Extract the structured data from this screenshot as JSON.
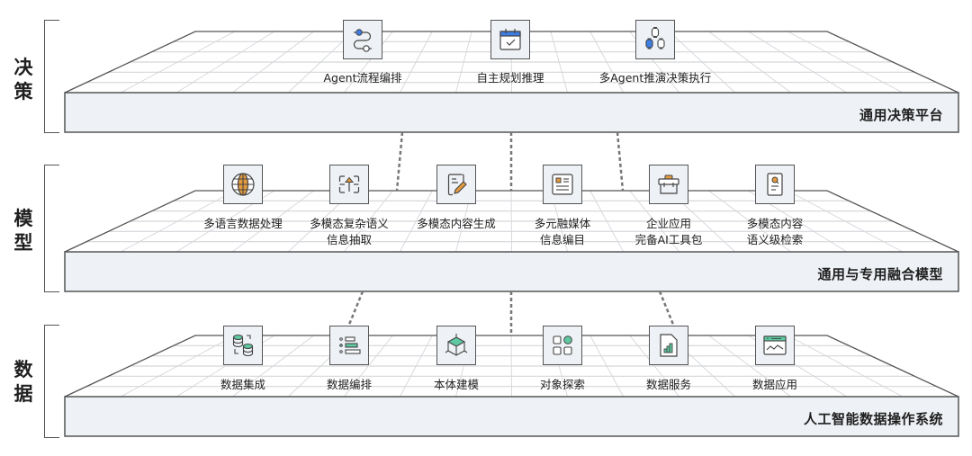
{
  "colors": {
    "face": "#eef1f5",
    "edge": "#555555",
    "grid": "#d4d6d9",
    "accent_blue": "#3d7de4",
    "accent_orange": "#e49a3e",
    "accent_green": "#5ec9a0"
  },
  "layers": [
    {
      "name": "决策",
      "platform": "通用决策平台",
      "items": [
        {
          "label": "Agent流程编排",
          "icon": "workflow-icon"
        },
        {
          "label": "自主规划推理",
          "icon": "calendar-check-icon"
        },
        {
          "label": "多Agent推演决策执行",
          "icon": "multi-agent-icon"
        }
      ]
    },
    {
      "name": "模型",
      "platform": "通用与专用融合模型",
      "items": [
        {
          "label": "多语言数据处理",
          "icon": "globe-icon"
        },
        {
          "label": "多模态复杂语义\n信息抽取",
          "icon": "extract-icon"
        },
        {
          "label": "多模态内容生成",
          "icon": "document-edit-icon"
        },
        {
          "label": "多元融媒体\n信息编目",
          "icon": "catalog-icon"
        },
        {
          "label": "企业应用\n完备AI工具包",
          "icon": "toolbox-icon"
        },
        {
          "label": "多模态内容\n语义级检索",
          "icon": "document-search-icon"
        }
      ]
    },
    {
      "name": "数据",
      "platform": "人工智能数据操作系统",
      "items": [
        {
          "label": "数据集成",
          "icon": "database-integration-icon"
        },
        {
          "label": "数据编排",
          "icon": "list-orchestration-icon"
        },
        {
          "label": "本体建模",
          "icon": "cube-icon"
        },
        {
          "label": "对象探索",
          "icon": "object-grid-icon"
        },
        {
          "label": "数据服务",
          "icon": "file-chart-icon"
        },
        {
          "label": "数据应用",
          "icon": "app-window-chart-icon"
        }
      ]
    }
  ]
}
